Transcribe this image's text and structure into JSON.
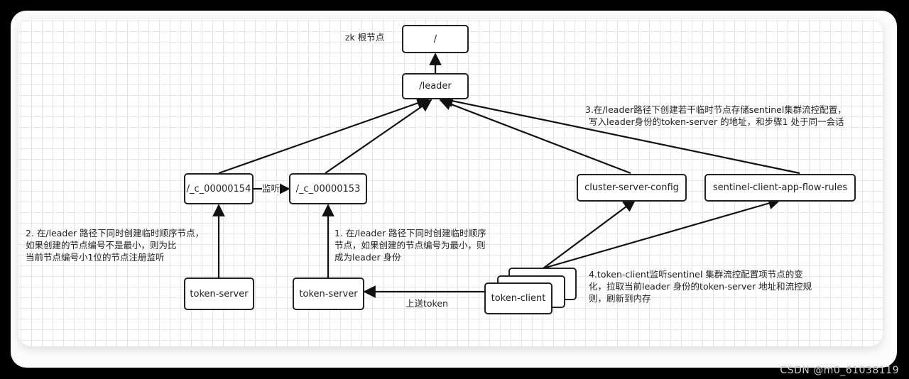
{
  "diagram": {
    "root_label": "zk 根节点",
    "nodes": {
      "root": "/",
      "leader": "/leader",
      "c154": "/_c_00000154",
      "c153": "/_c_00000153",
      "cluster_config": "cluster-server-config",
      "flow_rules": "sentinel-client-app-flow-rules",
      "token_server_left": "token-server",
      "token_server_right": "token-server",
      "token_client": "token-client"
    },
    "edge_labels": {
      "watch": "监听",
      "send_token": "上送token"
    },
    "notes": {
      "step1": [
        "1. 在/leader 路径下同时创建临时顺序",
        "节点，如果创建的节点编号为最小，则",
        "成为leader 身份"
      ],
      "step2": [
        "2. 在/leader 路径下同时创建临时顺序节点，",
        "如果创建的节点编号不是最小，则为比",
        "当前节点编号小1位的节点注册监听"
      ],
      "step3": [
        "3.在/leader路径下创建若干临时节点存储sentinel集群流控配置，",
        "写入leader身份的token-server 的地址，和步骤1 处于同一会话"
      ],
      "step4": [
        "4.token-client监听sentinel 集群流控配置项节点的变",
        "化，拉取当前leader 身份的token-server 地址和流控规",
        "则，刷新到内存"
      ]
    }
  },
  "watermark": "CSDN @m0_61038119"
}
